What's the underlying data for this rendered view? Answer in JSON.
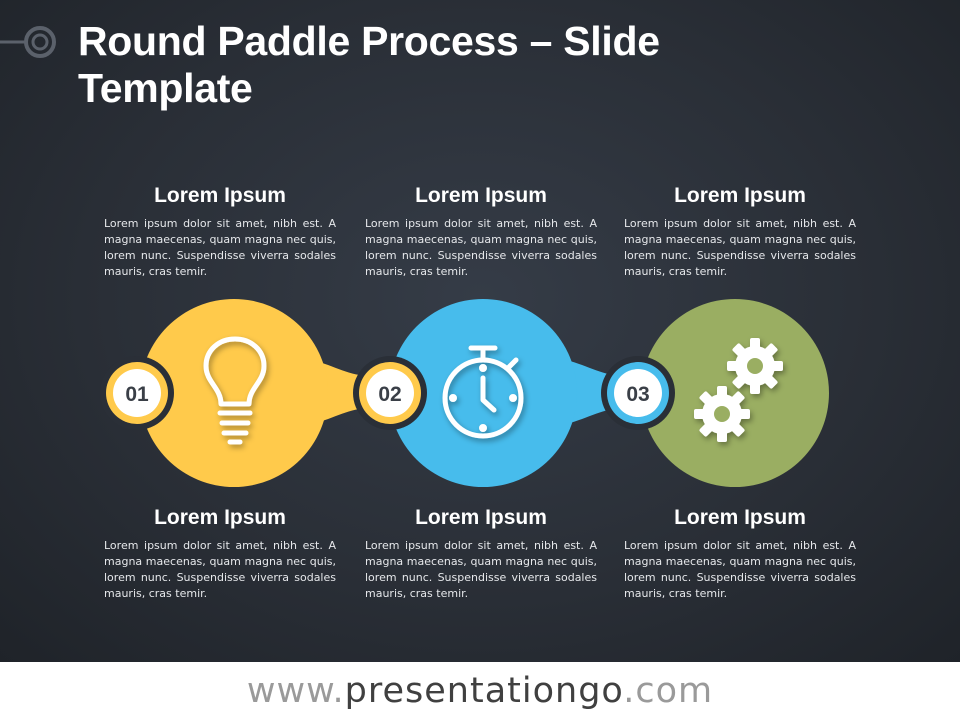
{
  "title": "Round Paddle Process – Slide Template",
  "colors": {
    "yellow": "#FFCA4B",
    "blue": "#47BCEC",
    "green": "#9AAE62",
    "background": "#2B3038",
    "number_text": "#3A3F47"
  },
  "steps": [
    {
      "number": "01",
      "icon": "lightbulb-icon",
      "top": {
        "heading": "Lorem Ipsum",
        "text": "Lorem ipsum dolor sit amet, nibh est. A magna maecenas, quam magna nec quis, lorem nunc. Suspendisse viverra sodales mauris, cras temir."
      },
      "bottom": {
        "heading": "Lorem Ipsum",
        "text": "Lorem ipsum dolor sit amet, nibh est. A magna maecenas, quam magna nec quis, lorem nunc. Suspendisse viverra sodales mauris, cras temir."
      }
    },
    {
      "number": "02",
      "icon": "stopwatch-icon",
      "top": {
        "heading": "Lorem Ipsum",
        "text": "Lorem ipsum dolor sit amet, nibh est. A magna maecenas, quam magna nec quis, lorem nunc. Suspendisse viverra sodales mauris, cras temir."
      },
      "bottom": {
        "heading": "Lorem Ipsum",
        "text": "Lorem ipsum dolor sit amet, nibh est. A magna maecenas, quam magna nec quis, lorem nunc. Suspendisse viverra sodales mauris, cras temir."
      }
    },
    {
      "number": "03",
      "icon": "gears-icon",
      "top": {
        "heading": "Lorem Ipsum",
        "text": "Lorem ipsum dolor sit amet, nibh est. A magna maecenas, quam magna nec quis, lorem nunc. Suspendisse viverra sodales mauris, cras temir."
      },
      "bottom": {
        "heading": "Lorem Ipsum",
        "text": "Lorem ipsum dolor sit amet, nibh est. A magna maecenas, quam magna nec quis, lorem nunc. Suspendisse viverra sodales mauris, cras temir."
      }
    }
  ],
  "footer": {
    "prefix": "www.",
    "brand": "presentationgo",
    "suffix": ".com"
  }
}
